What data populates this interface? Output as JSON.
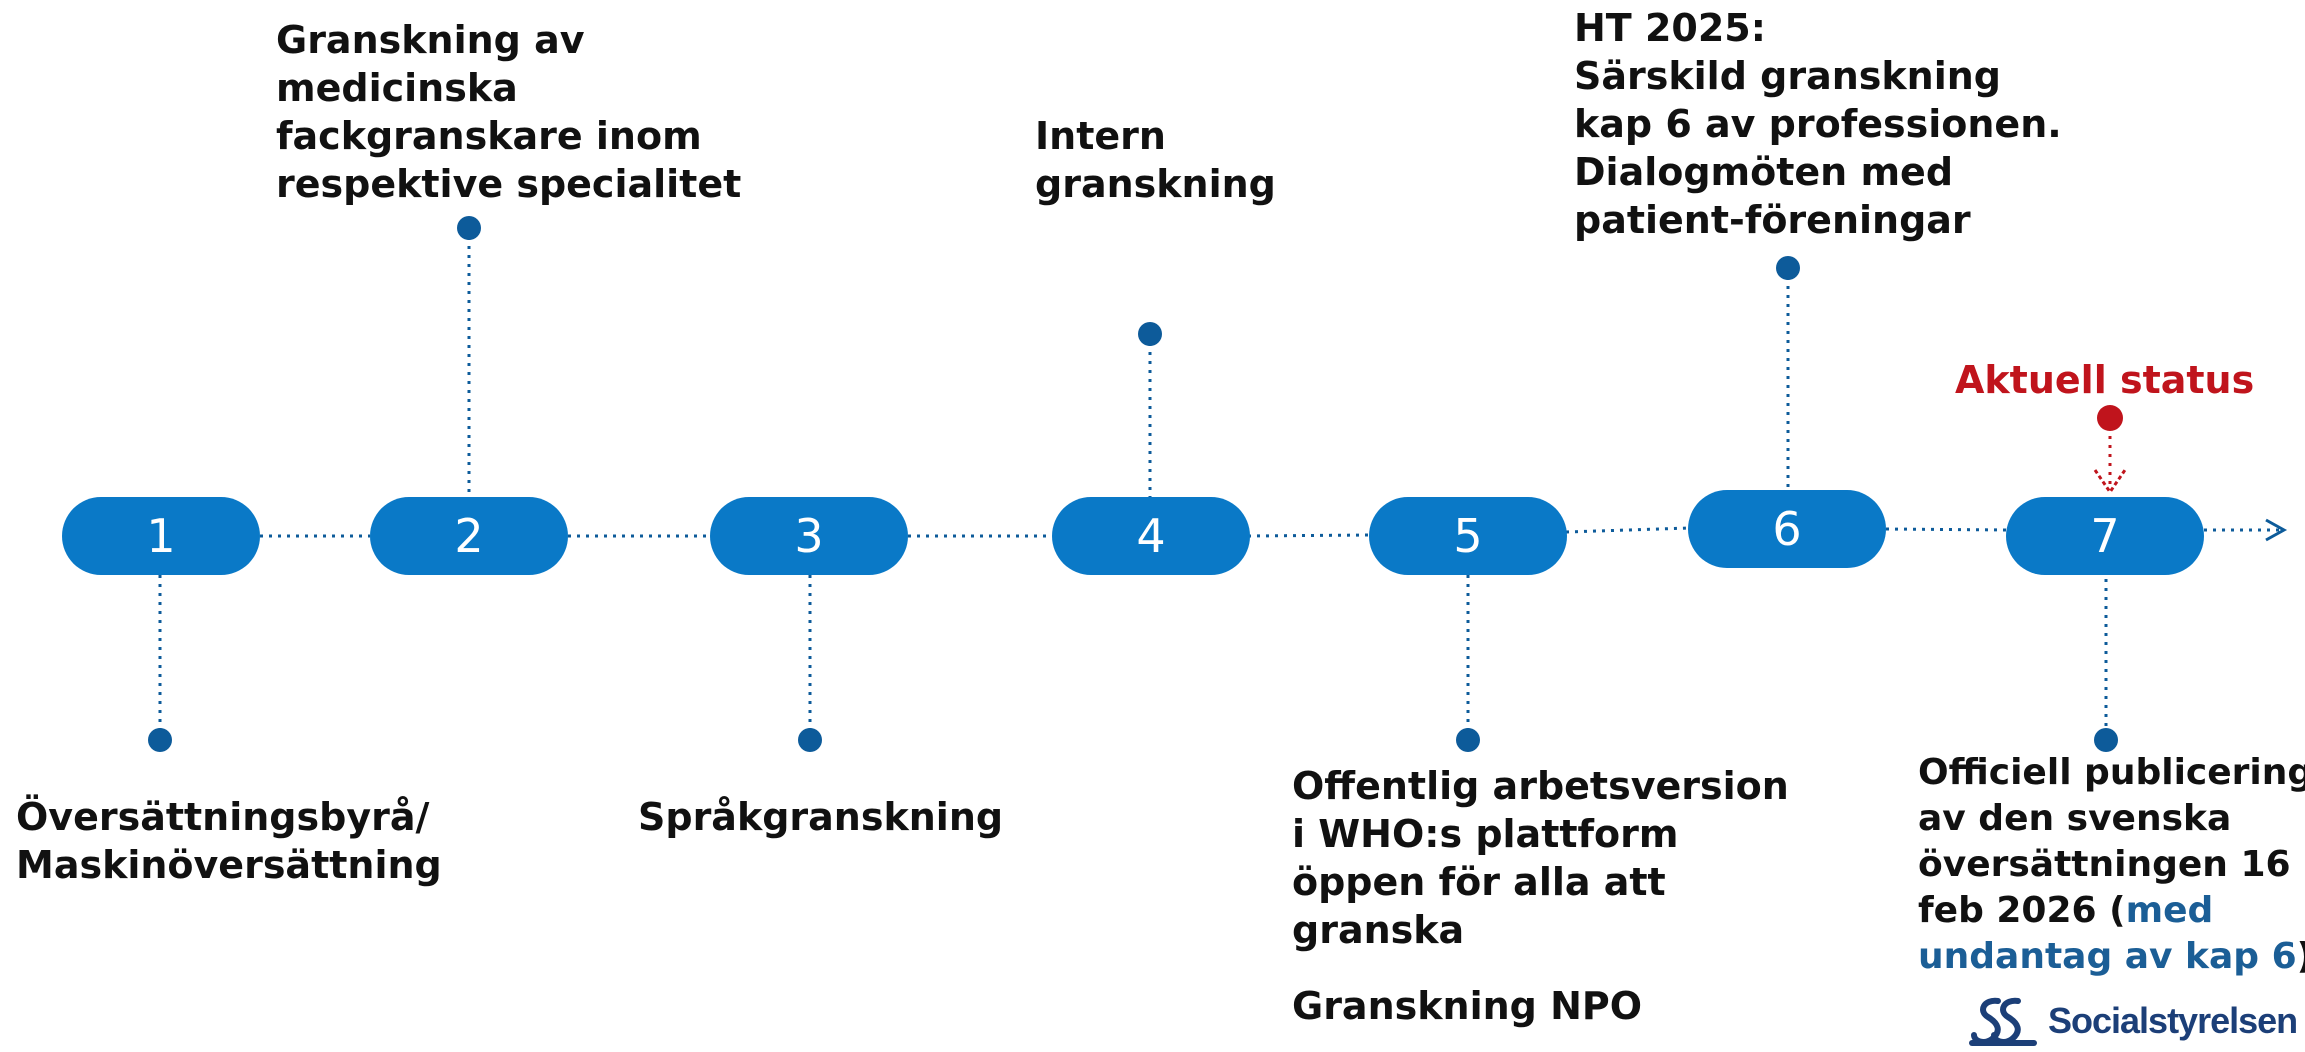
{
  "steps": [
    {
      "number": "1"
    },
    {
      "number": "2"
    },
    {
      "number": "3"
    },
    {
      "number": "4"
    },
    {
      "number": "5"
    },
    {
      "number": "6"
    },
    {
      "number": "7"
    }
  ],
  "labels": {
    "step1": [
      "Översättningsbyrå/",
      "Maskinöversättning"
    ],
    "step2": [
      "Granskning av",
      "medicinska",
      "fackgranskare inom",
      "respektive specialitet"
    ],
    "step3": [
      "Språkgranskning"
    ],
    "step4": [
      "Intern",
      "granskning"
    ],
    "step5": [
      "Offentlig arbetsversion",
      "i WHO:s plattform",
      "öppen för alla att",
      "granska"
    ],
    "step5_extra": "Granskning NPO",
    "step6": [
      "HT 2025:",
      "Särskild granskning",
      "kap 6 av professionen.",
      "Dialogmöten med",
      "patient-föreningar"
    ],
    "step7": {
      "line1": "Officiell publicering",
      "line2": "av den svenska",
      "line3": "översättningen 16",
      "line4_pre": "feb 2026 (",
      "line4_highlight": "med",
      "line5_highlight": "undantag av kap 6",
      "line5_post": ")"
    }
  },
  "status": {
    "label": "Aktuell status"
  },
  "logo": {
    "text": "Socialstyrelsen",
    "icon": "socialstyrelsen-emblem-icon"
  },
  "colors": {
    "pill": "#0a79c7",
    "connector": "#0d5b9a",
    "status": "#c0141c",
    "highlight": "#1b5e96"
  }
}
